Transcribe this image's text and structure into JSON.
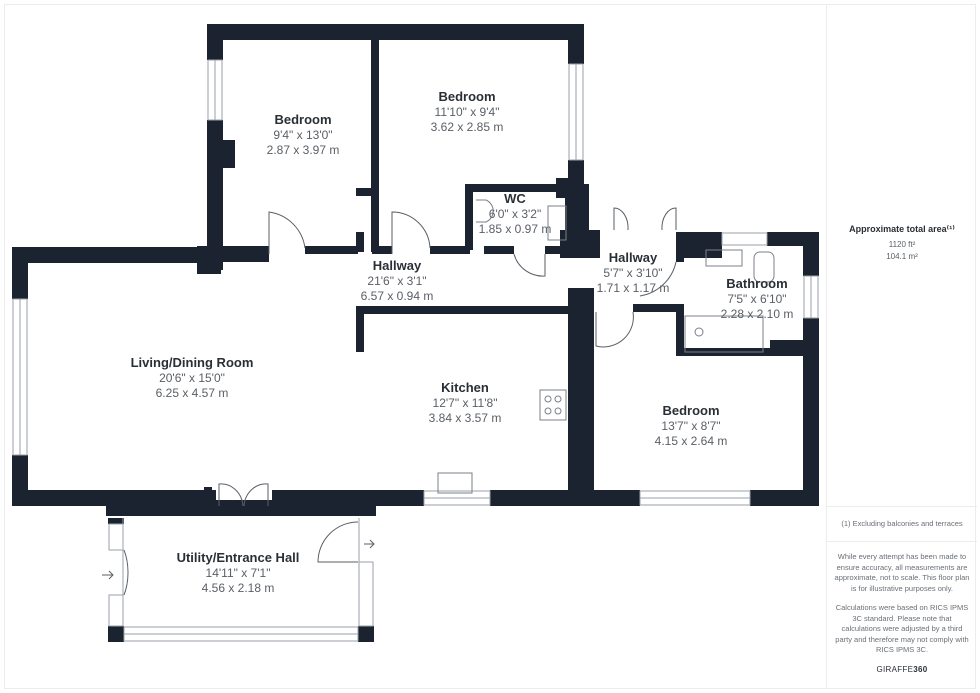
{
  "floorplan": {
    "wall_color": "#1c2330",
    "rooms": [
      {
        "id": "bedroom-1",
        "name": "Bedroom",
        "imperial": "9'4\" x 13'0\"",
        "metric": "2.87 x 3.97 m"
      },
      {
        "id": "bedroom-2",
        "name": "Bedroom",
        "imperial": "11'10\" x 9'4\"",
        "metric": "3.62 x 2.85 m"
      },
      {
        "id": "wc",
        "name": "WC",
        "imperial": "6'0\" x 3'2\"",
        "metric": "1.85 x 0.97 m"
      },
      {
        "id": "hallway-1",
        "name": "Hallway",
        "imperial": "21'6\" x 3'1\"",
        "metric": "6.57 x 0.94 m"
      },
      {
        "id": "hallway-2",
        "name": "Hallway",
        "imperial": "5'7\" x 3'10\"",
        "metric": "1.71 x 1.17 m"
      },
      {
        "id": "bathroom",
        "name": "Bathroom",
        "imperial": "7'5\" x 6'10\"",
        "metric": "2.28 x 2.10 m"
      },
      {
        "id": "living-dining",
        "name": "Living/Dining Room",
        "imperial": "20'6\" x 15'0\"",
        "metric": "6.25 x 4.57 m"
      },
      {
        "id": "kitchen",
        "name": "Kitchen",
        "imperial": "12'7\" x 11'8\"",
        "metric": "3.84 x 3.57 m"
      },
      {
        "id": "bedroom-3",
        "name": "Bedroom",
        "imperial": "13'7\" x 8'7\"",
        "metric": "4.15 x 2.64 m"
      },
      {
        "id": "utility",
        "name": "Utility/Entrance Hall",
        "imperial": "14'11\" x 7'1\"",
        "metric": "4.56 x 2.18 m"
      }
    ]
  },
  "sidebar": {
    "area_title": "Approximate total area⁽¹⁾",
    "area_ft": "1120 ft²",
    "area_m": "104.1 m²",
    "footnote": "(1) Excluding balconies and terraces",
    "disclaimer_1": "While every attempt has been made to ensure accuracy, all measurements are approximate, not to scale. This floor plan is for illustrative purposes only.",
    "disclaimer_2": "Calculations were based on RICS IPMS 3C standard. Please note that calculations were adjusted by a third party and therefore may not comply with RICS IPMS 3C.",
    "brand_a": "GIRAFFE",
    "brand_b": "360"
  }
}
